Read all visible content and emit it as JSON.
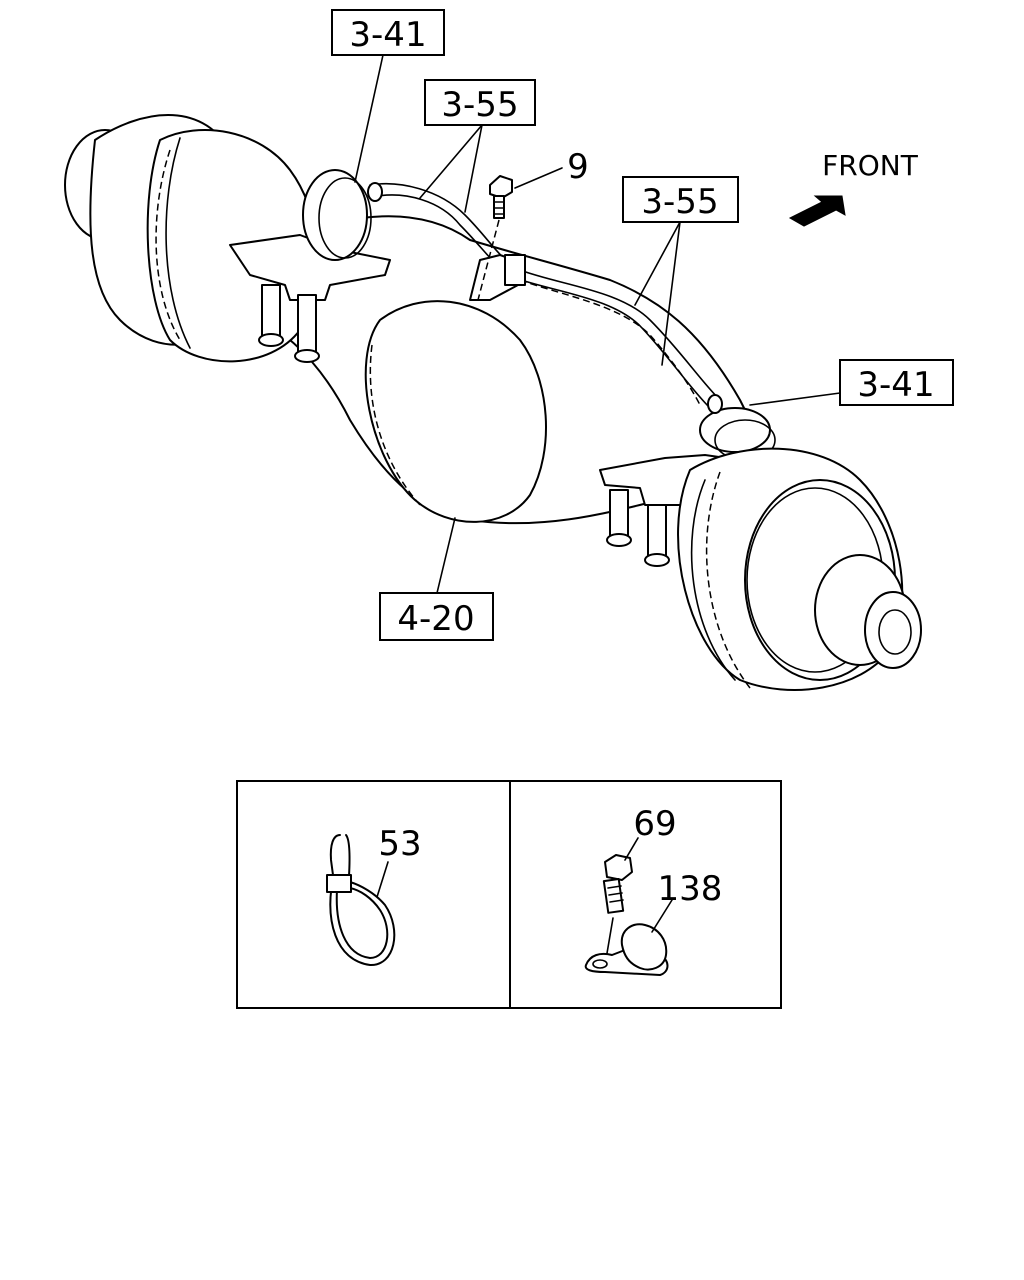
{
  "callouts": {
    "ref_3_41_top": "3-41",
    "ref_3_55_left": "3-55",
    "ref_3_55_right": "3-55",
    "ref_3_41_right": "3-41",
    "ref_4_20": "4-20",
    "part_9": "9",
    "part_53": "53",
    "part_69": "69",
    "part_138": "138"
  },
  "direction": {
    "label": "FRONT",
    "icon": "arrow-icon"
  }
}
